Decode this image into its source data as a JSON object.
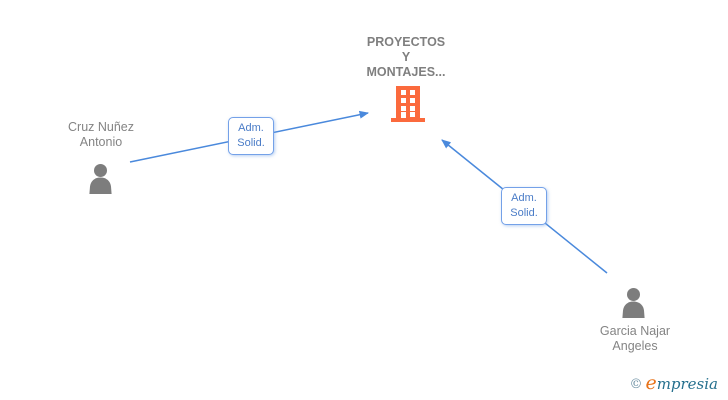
{
  "diagram": {
    "company": {
      "name_line1": "PROYECTOS",
      "name_line2": "Y",
      "name_line3": "MONTAJES...",
      "icon": "building-icon",
      "icon_color": "#fb6a3d"
    },
    "persons": [
      {
        "name_line1": "Cruz Nuñez",
        "name_line2": "Antonio",
        "icon": "person-icon",
        "icon_color": "#7d7d7d"
      },
      {
        "name_line1": "Garcia Najar",
        "name_line2": "Angeles",
        "icon": "person-icon",
        "icon_color": "#7d7d7d"
      }
    ],
    "edges": [
      {
        "from": "Cruz Nuñez Antonio",
        "to": "PROYECTOS Y MONTAJES...",
        "label_line1": "Adm.",
        "label_line2": "Solid."
      },
      {
        "from": "Garcia Najar Angeles",
        "to": "PROYECTOS Y MONTAJES...",
        "label_line1": "Adm.",
        "label_line2": "Solid."
      }
    ],
    "edge_color": "#4a89dc",
    "label_text_color": "#4a7cc7",
    "label_border_color": "#74a1e8",
    "node_text_color": "#848484"
  },
  "footer": {
    "copyright_symbol": "©",
    "brand_first_letter": "e",
    "brand_rest": "mpresia"
  }
}
